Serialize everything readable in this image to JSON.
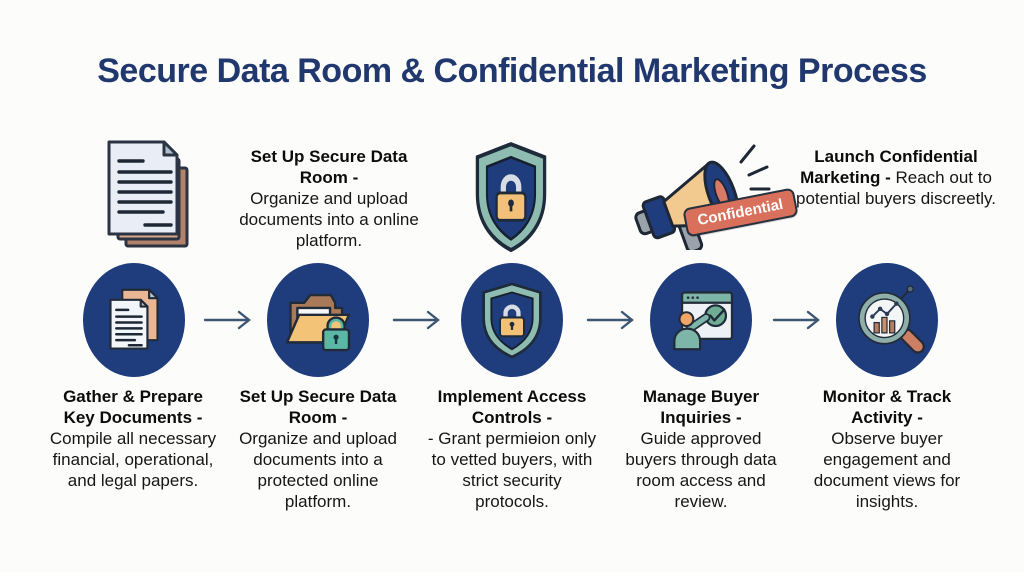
{
  "title": "Secure Data Room & Confidential Marketing Process",
  "colors": {
    "background": "#fcfcfa",
    "title_navy": "#21386f",
    "circle_navy": "#1f3d7d",
    "teal": "#8fbcb0",
    "teal_lock": "#5cb8a6",
    "tan": "#f2c177",
    "brown": "#a87a58",
    "salmon_badge": "#d9705c",
    "arrow": "#3d5672",
    "text": "#141414"
  },
  "top_row": {
    "icons": {
      "documents_stack": "documents-stack-icon",
      "shield_lock": "shield-lock-icon",
      "megaphone": "megaphone-icon"
    },
    "badge_label": "Confidential",
    "text1": {
      "heading": "Set Up Secure Data Room -",
      "body": "Organize and upload documents into a online platform."
    },
    "text2": {
      "heading": "Launch Confidential Marketing -",
      "body": "Reach out to potential buyers discreetly."
    }
  },
  "steps": [
    {
      "icon": "documents-icon",
      "heading": "Gather & Prepare Key Documents -",
      "body": "Compile all necessary financial, operational, and legal papers."
    },
    {
      "icon": "locked-folder-icon",
      "heading": "Set Up Secure Data Room -",
      "body": "Organize and upload documents into a protected online platform."
    },
    {
      "icon": "shield-lock-icon",
      "heading": "Implement Access Controls -",
      "body": "- Grant permiɵion only to vetted buyers, with strict security protocols."
    },
    {
      "icon": "buyer-inquiries-icon",
      "heading": "Manage Buyer Inquiries -",
      "body": "Guide approved buyers through data room access and review."
    },
    {
      "icon": "magnifier-analytics-icon",
      "heading": "Monitor & Track Activity -",
      "body": "Observe buyer engagement and document views for insights."
    }
  ]
}
